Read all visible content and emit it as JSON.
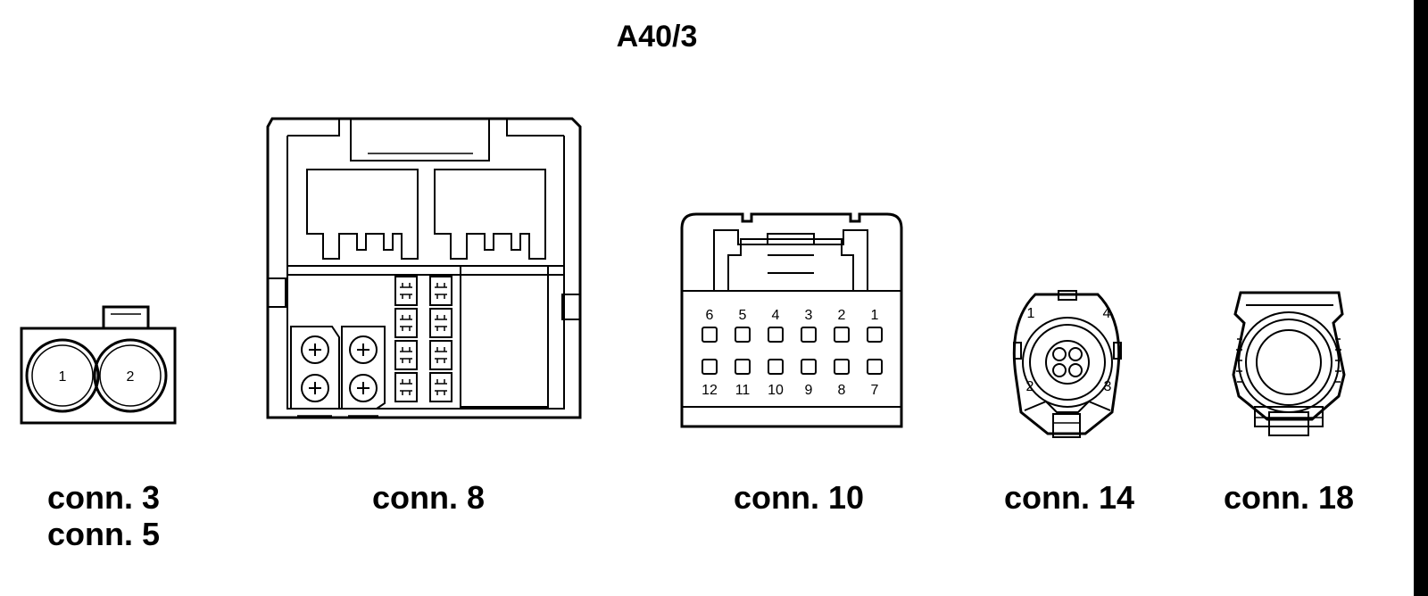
{
  "title": "A40/3",
  "connectors": {
    "c3": {
      "labels": [
        "conn. 3",
        "conn. 5"
      ],
      "pins": [
        "1",
        "2"
      ]
    },
    "c8": {
      "label": "conn. 8"
    },
    "c10": {
      "label": "conn. 10",
      "top_pins": [
        "6",
        "5",
        "4",
        "3",
        "2",
        "1"
      ],
      "bottom_pins": [
        "12",
        "11",
        "10",
        "9",
        "8",
        "7"
      ]
    },
    "c14": {
      "label": "conn. 14",
      "pins": [
        "1",
        "4",
        "2",
        "3"
      ]
    },
    "c18": {
      "label": "conn. 18"
    }
  },
  "colors": {
    "ink": "#000000",
    "background": "#ffffff"
  }
}
